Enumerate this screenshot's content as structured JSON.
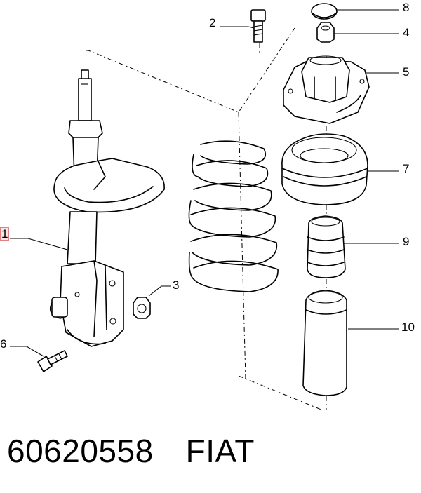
{
  "caption": {
    "part_number": "60620558",
    "brand": "FIAT"
  },
  "parts": [
    {
      "id": "1",
      "highlighted": true
    },
    {
      "id": "2",
      "highlighted": false
    },
    {
      "id": "3",
      "highlighted": false
    },
    {
      "id": "4",
      "highlighted": false
    },
    {
      "id": "5",
      "highlighted": false
    },
    {
      "id": "6",
      "highlighted": false
    },
    {
      "id": "7",
      "highlighted": false
    },
    {
      "id": "8",
      "highlighted": false
    },
    {
      "id": "9",
      "highlighted": false
    },
    {
      "id": "10",
      "highlighted": false
    }
  ],
  "colors": {
    "highlight_border": "#e08080",
    "highlight_fill": "#fbe6e6"
  }
}
